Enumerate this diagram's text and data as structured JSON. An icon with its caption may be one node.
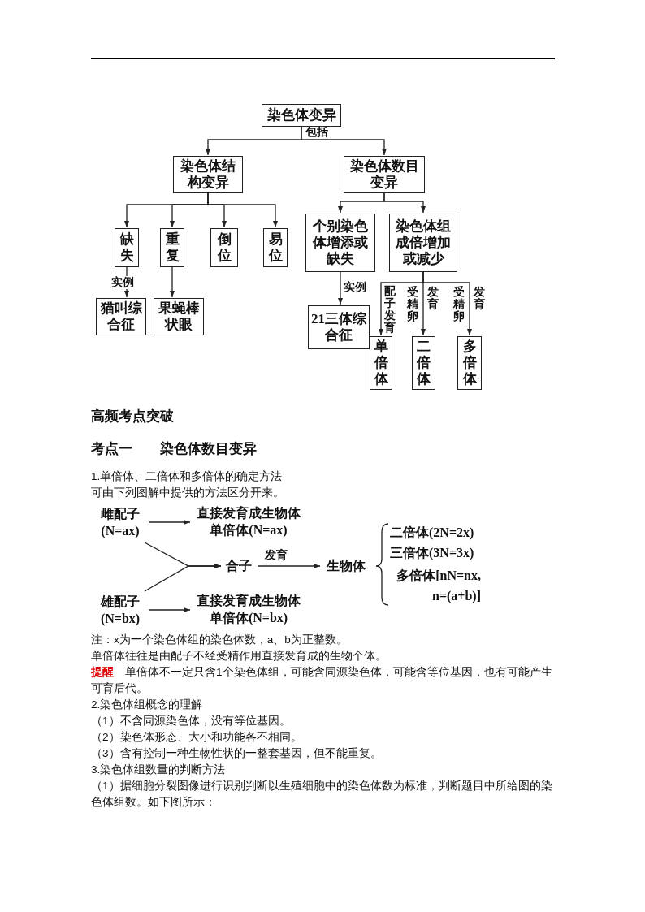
{
  "diagram": {
    "nodes": [
      {
        "text": [
          "染色体变异"
        ]
      },
      {
        "text": [
          "染色体结构变异"
        ]
      },
      {
        "text": [
          "染色体数目变异"
        ]
      },
      {
        "text": [
          "缺失"
        ]
      },
      {
        "text": [
          "重复"
        ]
      },
      {
        "text": [
          "倒位"
        ]
      },
      {
        "text": [
          "易位"
        ]
      },
      {
        "text": [
          "猫叫综合征"
        ]
      },
      {
        "text": [
          "果蝇棒状眼"
        ]
      },
      {
        "text": [
          "个别染色体增添或缺失"
        ]
      },
      {
        "text": [
          "染色体组成倍增加或减少"
        ]
      },
      {
        "text": [
          "21三体综合征"
        ]
      },
      {
        "text": [
          "单倍体"
        ]
      },
      {
        "text": [
          "二倍体"
        ]
      },
      {
        "text": [
          "多倍体"
        ]
      },
      {
        "text": [
          "雌配子",
          "(N=ax)"
        ]
      },
      {
        "text": [
          "直接发育成生物体",
          "单倍体(N=ax)"
        ]
      },
      {
        "text": [
          "合子"
        ]
      },
      {
        "text": [
          "生物体"
        ]
      },
      {
        "text": [
          "雄配子",
          "(N=bx)"
        ]
      },
      {
        "text": [
          "直接发育成生物体",
          "单倍体(N=bx)"
        ]
      }
    ],
    "edges": [
      {
        "from": 0,
        "to": 1,
        "arrow": "to",
        "label": "包括"
      },
      {
        "from": 0,
        "to": 2,
        "arrow": "to"
      },
      {
        "from": 1,
        "to": 3,
        "arrow": "to"
      },
      {
        "from": 1,
        "to": 4,
        "arrow": "to"
      },
      {
        "from": 1,
        "to": 5,
        "arrow": "to"
      },
      {
        "from": 1,
        "to": 6,
        "arrow": "to"
      },
      {
        "from": 3,
        "to": 7,
        "arrow": "to",
        "label": "实例"
      },
      {
        "from": 4,
        "to": 8,
        "arrow": "to"
      },
      {
        "from": 2,
        "to": 9,
        "arrow": "to"
      },
      {
        "from": 2,
        "to": 10,
        "arrow": "to"
      },
      {
        "from": 9,
        "to": 11,
        "arrow": "to",
        "label": "实例"
      },
      {
        "from": 10,
        "to": 12,
        "arrow": "to",
        "label": "配子发育"
      },
      {
        "from": 10,
        "to": 13,
        "arrow": "to",
        "label": "受精卵发育"
      },
      {
        "from": 10,
        "to": 14,
        "arrow": "to",
        "label": "受精卵发育"
      },
      {
        "from": 15,
        "to": 16,
        "arrow": "to"
      },
      {
        "from": 15,
        "to": 17,
        "arrow": "to"
      },
      {
        "from": 19,
        "to": 17,
        "arrow": "to"
      },
      {
        "from": 19,
        "to": 20,
        "arrow": "to"
      },
      {
        "from": 17,
        "to": 18,
        "arrow": "to",
        "label": "发育"
      }
    ],
    "labels": [
      "高频考点突破",
      "考点一　　染色体数目变异",
      "1.单倍体、二倍体和多倍体的确定方法",
      "可由下列图解中提供的方法区分开来。",
      "二倍体(2N=2x)",
      "三倍体(3N=3x)",
      "多倍体[nN=nx, n=(a+b)]",
      "注：x为一个染色体组的染色体数，a、b为正整数。",
      "单倍体往往是由配子不经受精作用直接发育成的生物个体。",
      "**提醒**　单倍体不一定只含1个染色体组，可能含同源染色体，可能含等位基因，也有可能产生可育后代。",
      "2.染色体组概念的理解",
      "（1）不含同源染色体，没有等位基因。",
      "（2）染色体形态、大小和功能各不相同。",
      "（3）含有控制一种生物性状的一整套基因，但不能重复。",
      "3.染色体组数量的判断方法",
      "（1）据细胞分裂图像进行识别判断以生殖细胞中的染色体数为标准，判断题目中所给图的染色体组数。如下图所示："
    ]
  }
}
